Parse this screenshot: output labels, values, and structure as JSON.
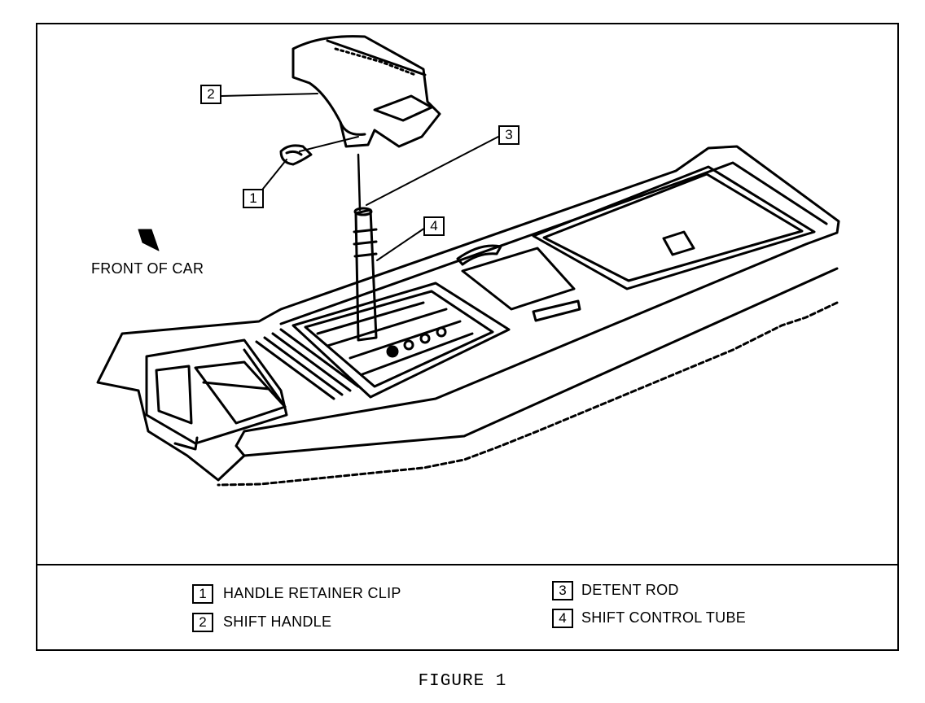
{
  "diagram": {
    "callouts": [
      "1",
      "2",
      "3",
      "4"
    ],
    "front_label": "FRONT OF CAR",
    "legend": [
      {
        "num": "1",
        "text": "HANDLE RETAINER CLIP"
      },
      {
        "num": "2",
        "text": "SHIFT HANDLE"
      },
      {
        "num": "3",
        "text": "DETENT ROD"
      },
      {
        "num": "4",
        "text": "SHIFT CONTROL TUBE"
      }
    ],
    "caption": "FIGURE 1"
  }
}
